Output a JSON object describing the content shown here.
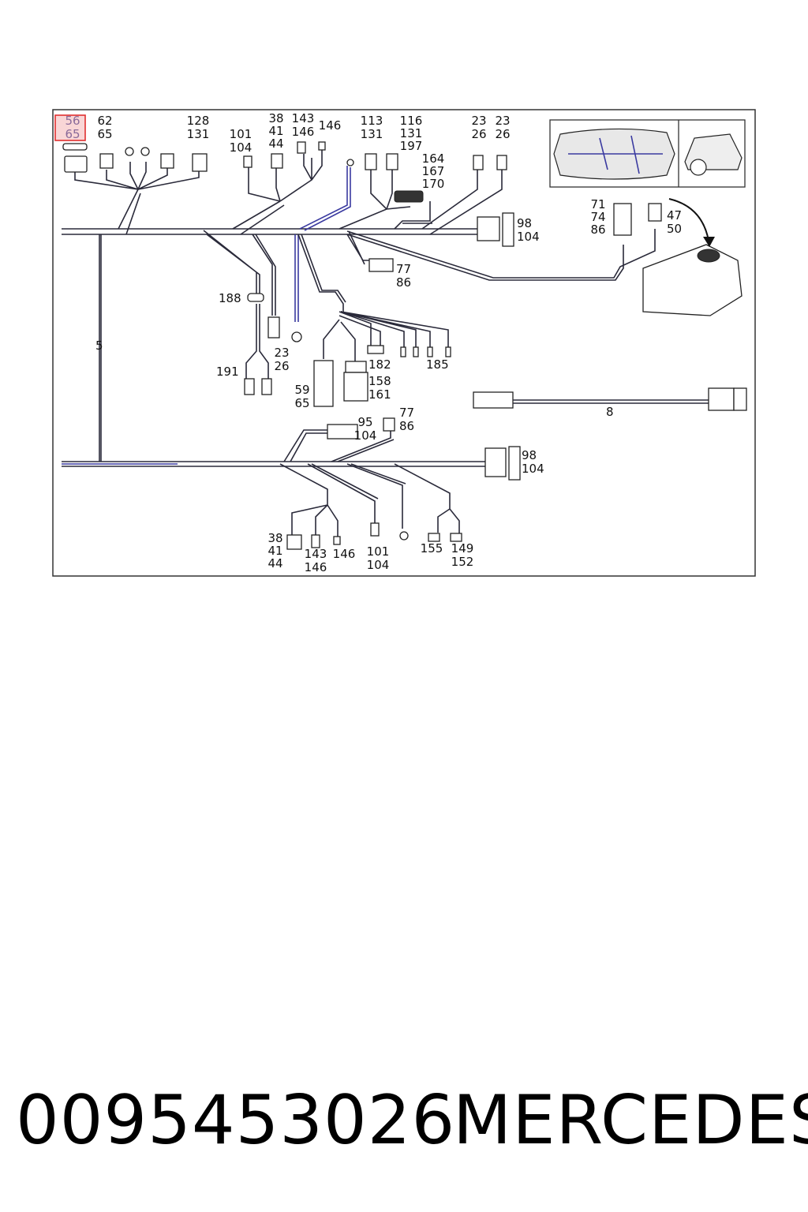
{
  "diagram": {
    "labels": {
      "l56_65": [
        "56",
        "65"
      ],
      "l62_65": [
        "62",
        "65"
      ],
      "l128_131": [
        "128",
        "131"
      ],
      "l101_104_top": [
        "101",
        "104"
      ],
      "l38_41_44_top": [
        "38",
        "41",
        "44"
      ],
      "l143_146_top": [
        "143",
        "146"
      ],
      "l146_top": [
        "146"
      ],
      "l113_131": [
        "113",
        "131"
      ],
      "l116_131_197": [
        "116",
        "131",
        "197"
      ],
      "l164_167_170": [
        "164",
        "167",
        "170"
      ],
      "l23_26_a": [
        "23",
        "26"
      ],
      "l23_26_b": [
        "23",
        "26"
      ],
      "l98_104_top": [
        "98",
        "104"
      ],
      "l71_74_86": [
        "71",
        "74",
        "86"
      ],
      "l47_50": [
        "47",
        "50"
      ],
      "l77_86_top": [
        "77",
        "86"
      ],
      "l188": [
        "188"
      ],
      "l5": [
        "5"
      ],
      "l23_26_mid": [
        "23",
        "26"
      ],
      "l191": [
        "191"
      ],
      "l182": [
        "182"
      ],
      "l185": [
        "185"
      ],
      "l59_65": [
        "59",
        "65"
      ],
      "l158_161": [
        "158",
        "161"
      ],
      "l8": [
        "8"
      ],
      "l95_104": [
        "95",
        "104"
      ],
      "l77_86_mid": [
        "77",
        "86"
      ],
      "l98_104_bot": [
        "98",
        "104"
      ],
      "l38_41_44_bot": [
        "38",
        "41",
        "44"
      ],
      "l143_146_bot": [
        "143",
        "146"
      ],
      "l146_bot": [
        "146"
      ],
      "l101_104_bot": [
        "101",
        "104"
      ],
      "l155": [
        "155"
      ],
      "l149_152": [
        "149",
        "152"
      ]
    },
    "highlight_color": "#e03030"
  },
  "caption": {
    "part_number": "0095453026",
    "brand": "MERCEDES"
  }
}
